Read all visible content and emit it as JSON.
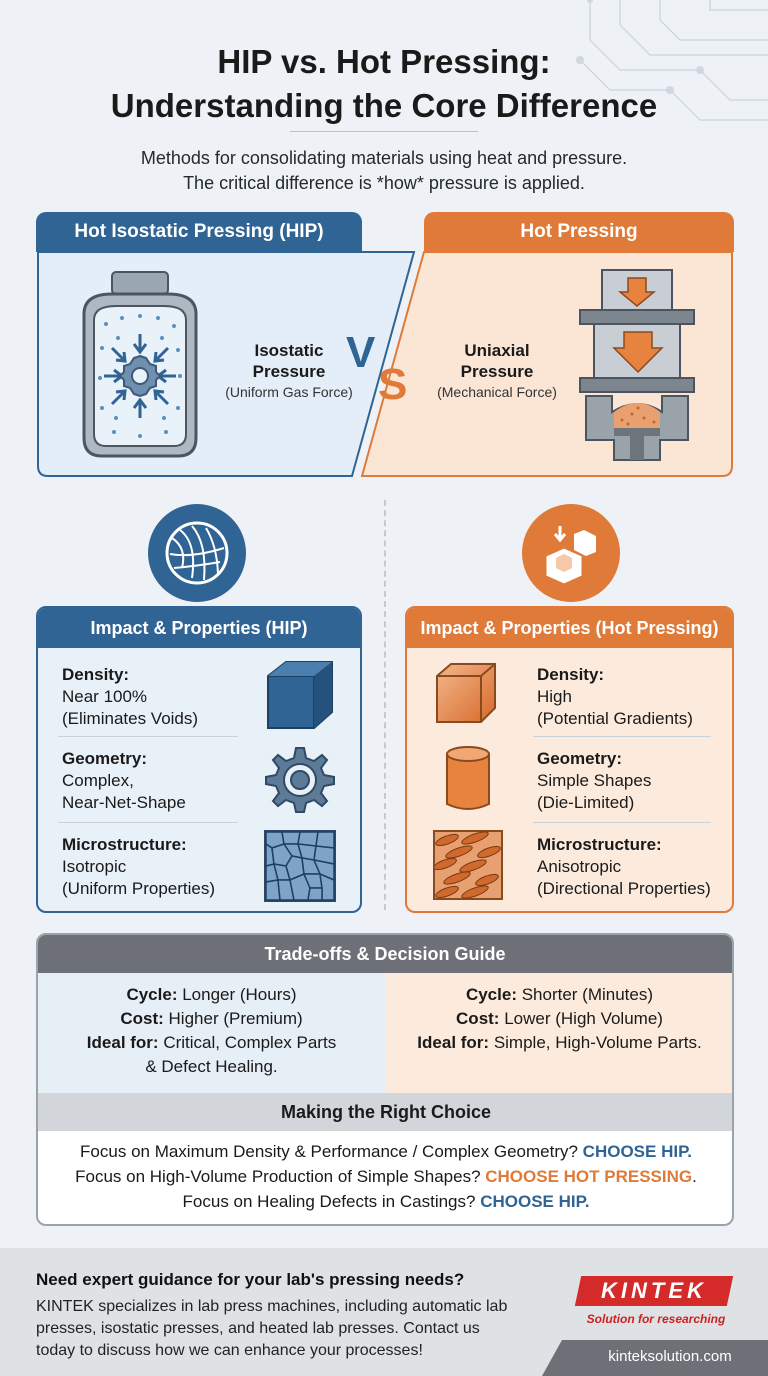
{
  "title_line1": "HIP vs. Hot Pressing:",
  "title_line2": "Understanding the Core Difference",
  "subtitle_line1": "Methods for consolidating materials using heat and pressure.",
  "subtitle_line2": "The critical difference is *how* pressure is applied.",
  "hip": {
    "header": "Hot Isostatic Pressing (HIP)",
    "pressure_label_1": "Isostatic",
    "pressure_label_2": "Pressure",
    "pressure_sub": "(Uniform Gas Force)"
  },
  "vs_v": "V",
  "vs_s": "S",
  "hot": {
    "header": "Hot Pressing",
    "pressure_label_1": "Uniaxial",
    "pressure_label_2": "Pressure",
    "pressure_sub": "(Mechanical Force)"
  },
  "impact_hip": {
    "header": "Impact & Properties (HIP)",
    "items": [
      {
        "title": "Density:",
        "line1": "Near 100%",
        "line2": "(Eliminates Voids)"
      },
      {
        "title": "Geometry:",
        "line1": "Complex,",
        "line2": "Near-Net-Shape"
      },
      {
        "title": "Microstructure:",
        "line1": "Isotropic",
        "line2": "(Uniform Properties)"
      }
    ]
  },
  "impact_hot": {
    "header": "Impact & Properties (Hot Pressing)",
    "items": [
      {
        "title": "Density:",
        "line1": "High",
        "line2": "(Potential Gradients)"
      },
      {
        "title": "Geometry:",
        "line1": "Simple Shapes",
        "line2": "(Die-Limited)"
      },
      {
        "title": "Microstructure:",
        "line1": "Anisotropic",
        "line2": "(Directional Properties)"
      }
    ]
  },
  "tradeoffs": {
    "header": "Trade-offs & Decision Guide",
    "hip": {
      "cycle_label": "Cycle:",
      "cycle_value": " Longer (Hours)",
      "cost_label": "Cost:",
      "cost_value": " Higher (Premium)",
      "ideal_label": "Ideal for:",
      "ideal_value": " Critical, Complex Parts",
      "ideal_value2": "& Defect Healing."
    },
    "hot": {
      "cycle_label": "Cycle:",
      "cycle_value": " Shorter (Minutes)",
      "cost_label": "Cost:",
      "cost_value": " Lower (High Volume)",
      "ideal_label": "Ideal for:",
      "ideal_value": " Simple, High-Volume Parts."
    }
  },
  "choice": {
    "header": "Making the Right Choice",
    "line1_text": "Focus on Maximum Density & Performance / Complex Geometry? ",
    "line1_choice": "CHOOSE HIP.",
    "line2_text": "Focus on High-Volume Production of Simple Shapes? ",
    "line2_choice": "CHOOSE HOT PRESSING",
    "line2_end": ".",
    "line3_text": "Focus on Healing Defects in Castings? ",
    "line3_choice": "CHOOSE HIP."
  },
  "footer": {
    "cta_title": "Need expert guidance for your lab's pressing needs?",
    "cta_line1": "KINTEK specializes in lab press machines, including automatic lab",
    "cta_line2": "presses, isostatic presses, and heated lab presses. Contact us",
    "cta_line3": "today to discuss how we can enhance your processes!",
    "logo_text": "KINTEK",
    "logo_tagline": "Solution for researching",
    "website": "kinteksolution.com"
  },
  "colors": {
    "hip_blue": "#2f6494",
    "hot_orange": "#df7a38",
    "gray_header": "#6d7177"
  }
}
